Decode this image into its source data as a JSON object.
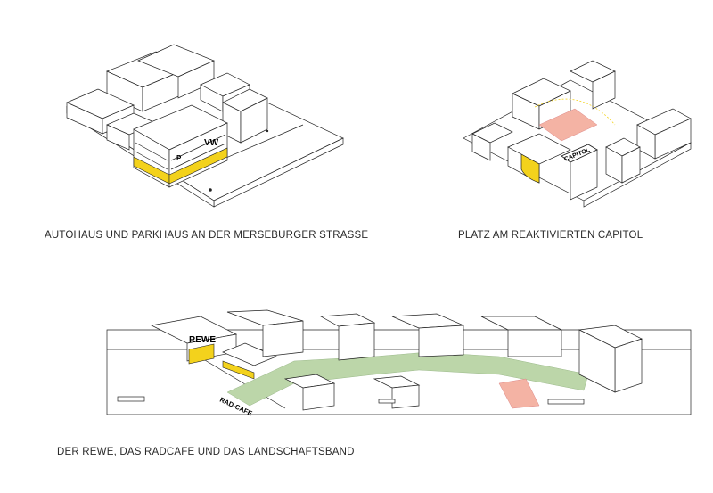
{
  "captions": {
    "top_left": "AUTOHAUS UND PARKHAUS AN DER MERSEBURGER STRASSE",
    "top_right": "PLATZ AM REAKTIVIERTEN CAPITOL",
    "bottom": "DER REWE, DAS RADCAFE UND DAS LANDSCHAFTSBAND"
  },
  "labels": {
    "vw": "VW",
    "parking": "P",
    "capitol": "CAPITOL",
    "rewe": "REWE",
    "radcafe": "RAD-CAFE"
  },
  "colors": {
    "highlight_yellow": "#f3d21c",
    "plaza_pink": "#f4b3a4",
    "green_band": "#bcd6a9",
    "line": "#222222"
  }
}
